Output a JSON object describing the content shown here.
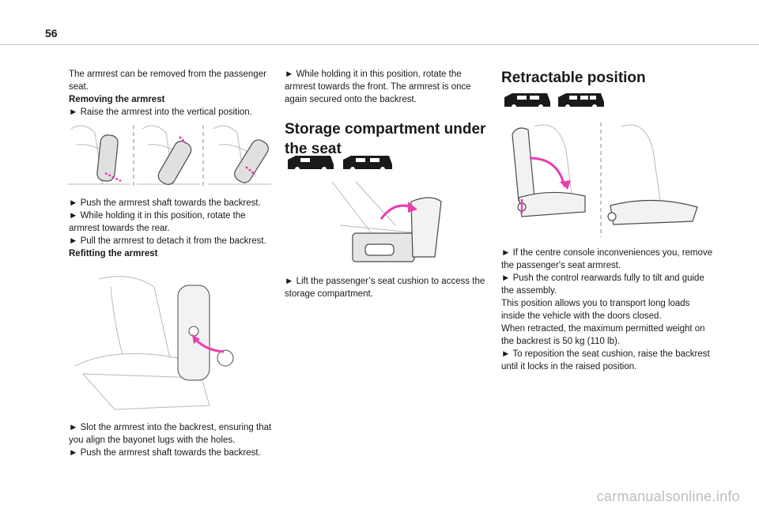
{
  "page": {
    "number": "56",
    "watermark": "carmanualsonline.info"
  },
  "left_column": {
    "intro": "The armrest can be removed from the passenger seat.",
    "heading_removing": "Removing the armrest",
    "step_raise": "Raise the armrest into the vertical position.",
    "step_push": "Push the armrest shaft towards the backrest.",
    "step_rotate": "While holding it in this position, rotate the armrest towards the rear.",
    "step_pull": "Pull the armrest to detach it from the backrest.",
    "heading_refitting": "Refitting the armrest",
    "step_slot": "Slot the armrest into the backrest, ensuring that you align the bayonet lugs with the holes.",
    "step_push_again": "Push the armrest shaft towards the backrest."
  },
  "middle_column": {
    "step_rotate_front": "While holding it in this position, rotate the armrest towards the front. The armrest is once again secured onto the backrest.",
    "storage_title": "Storage compartment under the seat",
    "step_lift": "Lift the passenger’s seat cushion to access the storage compartment."
  },
  "right_column": {
    "retractable_title": "Retractable position",
    "step_console": "If the centre console inconveniences you, remove the passenger's seat armrest.",
    "step_control": "Push the control rearwards fully to tilt and guide the assembly.",
    "info_transport": "This position allows you to transport long loads inside the vehicle with the doors closed.",
    "info_weight": "When retracted, the maximum permitted weight on the backrest is 50 kg (110 lb).",
    "step_reposition": "To reposition the seat cushion, raise the backrest until it locks in the raised position."
  },
  "colors": {
    "accent": "#e83fae",
    "line": "#b9b9b9",
    "dark": "#1a1a1a"
  }
}
